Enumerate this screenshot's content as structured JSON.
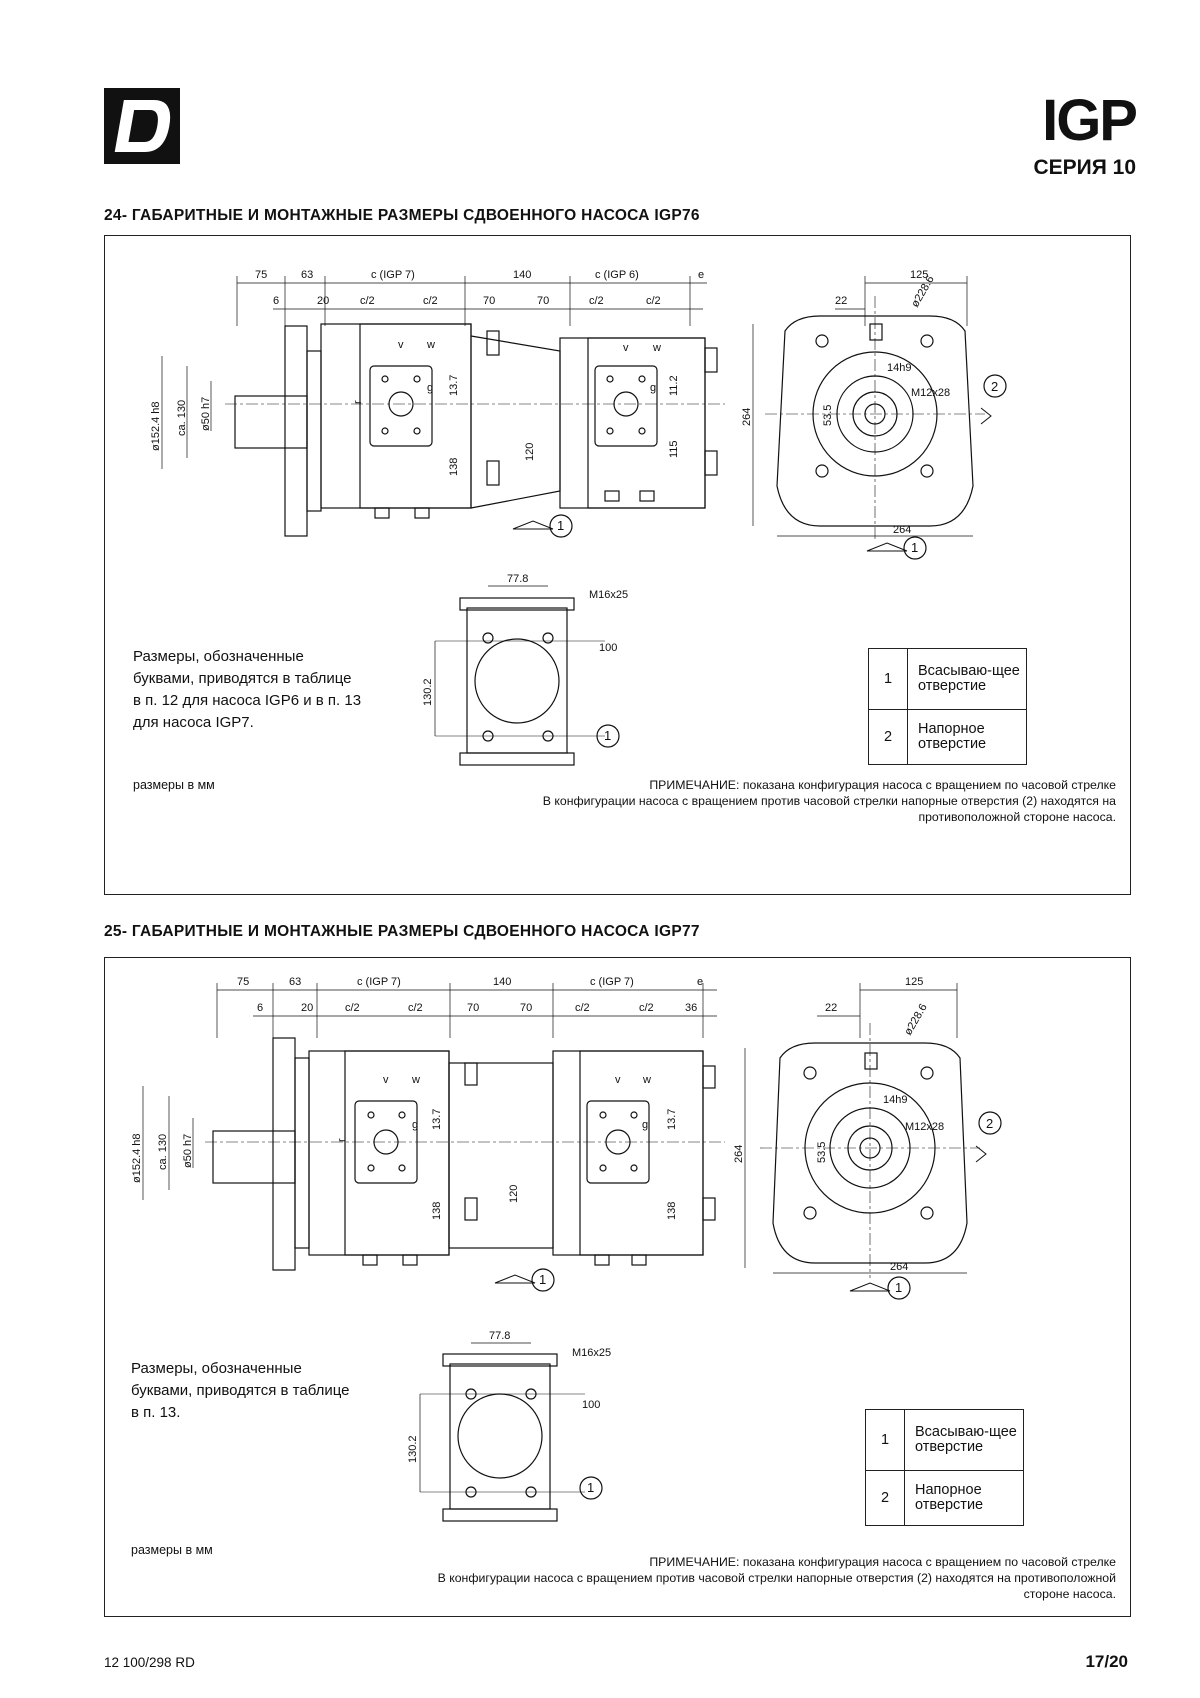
{
  "header": {
    "product": "IGP",
    "series": "СЕРИЯ 10"
  },
  "sections": [
    {
      "title": "24- ГАБАРИТНЫЕ И МОНТАЖНЫЕ РАЗМЕРЫ СДВОЕННОГО НАСОСА IGP76",
      "note_left": "Размеры, обозначенные буквами, приводятся в таблице в п. 12 для насоса IGP6 и в п. 13 для насоса IGP7.",
      "units": "размеры в мм",
      "note_right_1": "ПРИМЕЧАНИЕ: показана конфигурация насоса с вращением по часовой стрелке",
      "note_right_2": "В конфигурации насоса с вращением против часовой стрелки напорные отверстия (2) находятся на",
      "note_right_3": "противоположной стороне насоса.",
      "dims_top": [
        "75",
        "63",
        "c (IGP 7)",
        "140",
        "c (IGP 6)",
        "e",
        "125"
      ],
      "dims_second": [
        "6",
        "20",
        "c/2",
        "c/2",
        "70",
        "70",
        "c/2",
        "c/2",
        "22"
      ],
      "dims_side": [
        "ø152.4 h8",
        "ca. 130",
        "ø50 h7",
        "r",
        "13.7",
        "138",
        "120",
        "11.2",
        "115",
        "264",
        "53.5"
      ],
      "dims_front": [
        "ø228.6",
        "14h9",
        "M12x28",
        "264"
      ],
      "dims_flange": [
        "77.8",
        "M16x25",
        "100",
        "130.2"
      ],
      "port_markers": [
        "1",
        "2"
      ],
      "port_letters": [
        "v",
        "w",
        "g"
      ]
    },
    {
      "title": "25- ГАБАРИТНЫЕ И МОНТАЖНЫЕ РАЗМЕРЫ СДВОЕННОГО НАСОСА IGP77",
      "note_left": "Размеры, обозначенные буквами, приводятся в таблице в п. 13.",
      "units": "размеры в мм",
      "note_right_1": "ПРИМЕЧАНИЕ: показана конфигурация насоса с вращением по часовой стрелке",
      "note_right_2": "В конфигурации насоса с вращением против часовой стрелки напорные отверстия (2) находятся на противоположной",
      "note_right_3": "стороне насоса.",
      "dims_top": [
        "75",
        "63",
        "c (IGP 7)",
        "140",
        "c (IGP 7)",
        "e",
        "125"
      ],
      "dims_second": [
        "6",
        "20",
        "c/2",
        "c/2",
        "70",
        "70",
        "c/2",
        "c/2",
        "36",
        "22"
      ],
      "dims_side": [
        "ø152.4 h8",
        "ca. 130",
        "ø50 h7",
        "r",
        "13.7",
        "138",
        "120",
        "13.7",
        "138",
        "264",
        "53.5"
      ],
      "dims_front": [
        "ø228.6",
        "14h9",
        "M12x28",
        "264"
      ],
      "dims_flange": [
        "77.8",
        "M16x25",
        "100",
        "130.2"
      ],
      "port_markers": [
        "1",
        "2"
      ],
      "port_letters": [
        "v",
        "w",
        "g"
      ]
    }
  ],
  "port_table": [
    {
      "num": "1",
      "label": "Всасываю-щее отверстие"
    },
    {
      "num": "2",
      "label": "Напорное отверстие"
    }
  ],
  "footer": {
    "doc_code": "12 100/298 RD",
    "page": "17/20"
  }
}
